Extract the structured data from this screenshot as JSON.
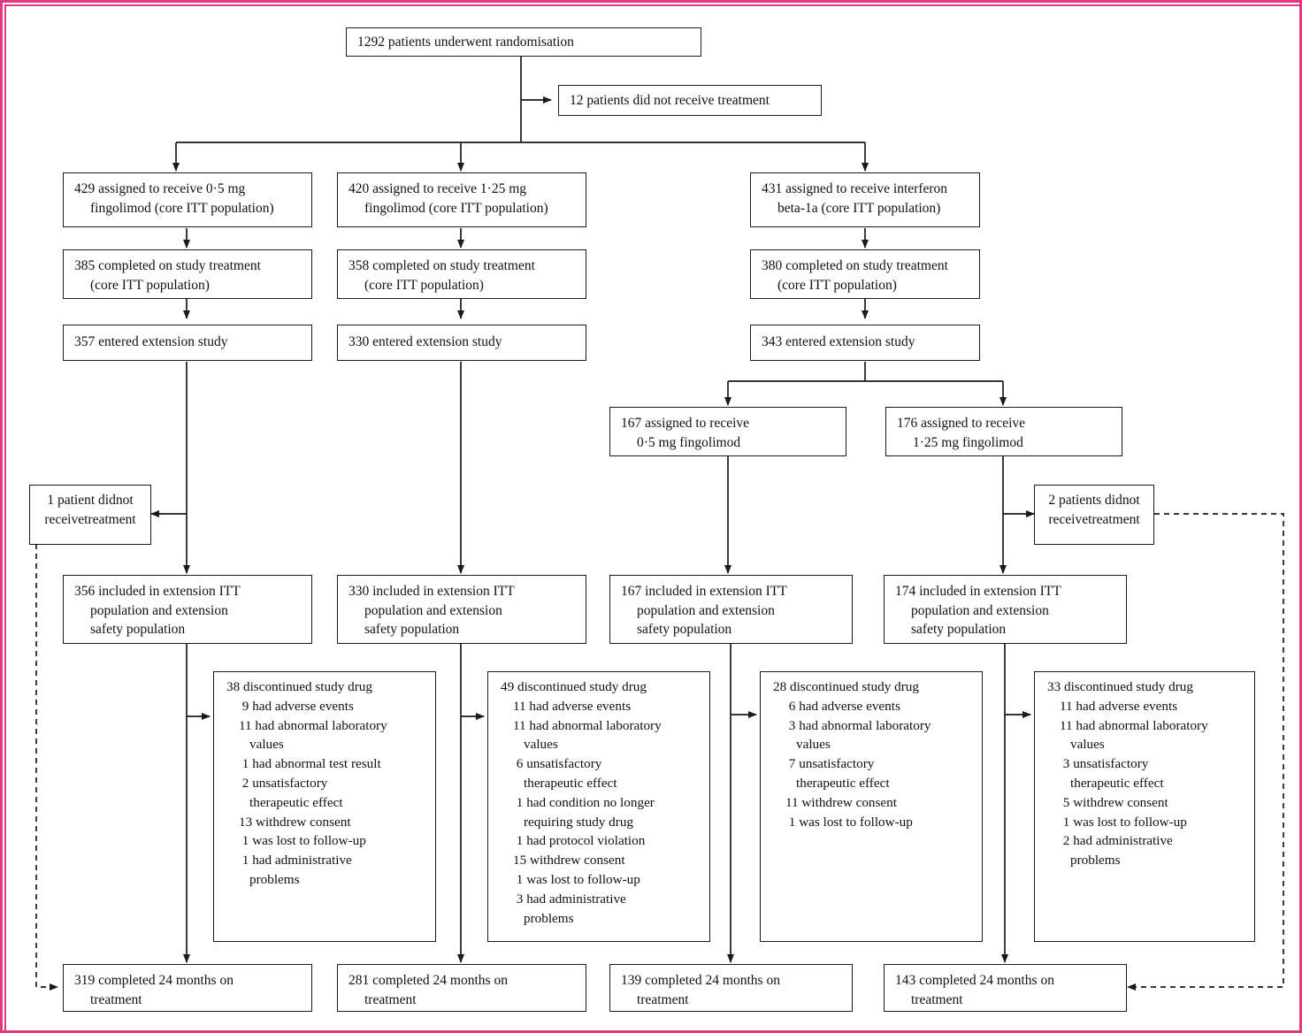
{
  "diagram": {
    "title": "Trial profile flowchart",
    "accent_border_color": "#e5377f",
    "box_border_color": "#1a1a1a",
    "connector_color": "#1a1a1a"
  },
  "nodes": {
    "randomisation": {
      "line1": "1292 patients underwent randomisation"
    },
    "no_treatment_core": {
      "line1": "12 patients did not receive treatment"
    },
    "assign_a": {
      "line1": "429 assigned to receive 0·5 mg",
      "line2": "fingolimod (core ITT population)"
    },
    "assign_b": {
      "line1": "420 assigned to receive 1·25 mg",
      "line2": "fingolimod (core ITT population)"
    },
    "assign_c": {
      "line1": "431 assigned to receive interferon",
      "line2": "beta-1a (core ITT population)"
    },
    "completed_a": {
      "line1": "385 completed on study treatment",
      "line2": "(core ITT population)"
    },
    "completed_b": {
      "line1": "358 completed on study treatment",
      "line2": "(core ITT population)"
    },
    "completed_c": {
      "line1": "380 completed on study treatment",
      "line2": "(core ITT population)"
    },
    "entered_a": {
      "line1": "357 entered extension study"
    },
    "entered_b": {
      "line1": "330 entered extension study"
    },
    "entered_c": {
      "line1": "343 entered extension study"
    },
    "reassign_c1": {
      "line1": "167 assigned to receive",
      "line2": "0·5 mg fingolimod"
    },
    "reassign_c2": {
      "line1": "176 assigned to receive",
      "line2": "1·25 mg fingolimod"
    },
    "dropout_left": {
      "line1": "1 patient did",
      "line2": "not receive",
      "line3": "treatment"
    },
    "dropout_right": {
      "line1": "2 patients did",
      "line2": "not receive",
      "line3": "treatment"
    },
    "itt_1": {
      "line1": "356 included in extension ITT",
      "line2": "population and extension",
      "line3": "safety population"
    },
    "itt_2": {
      "line1": "330 included in extension ITT",
      "line2": "population and extension",
      "line3": "safety population"
    },
    "itt_3": {
      "line1": "167 included in extension ITT",
      "line2": "population and extension",
      "line3": "safety population"
    },
    "itt_4": {
      "line1": "174 included in extension ITT",
      "line2": "population and extension",
      "line3": "safety population"
    },
    "disc_1": {
      "header": "38 discontinued study drug",
      "items": [
        {
          "text": " 9 had adverse events",
          "indent": 1
        },
        {
          "text": "11 had abnormal laboratory",
          "indent": 1
        },
        {
          "text": "values",
          "indent": 2
        },
        {
          "text": " 1 had abnormal test result",
          "indent": 1
        },
        {
          "text": " 2 unsatisfactory",
          "indent": 1
        },
        {
          "text": "therapeutic effect",
          "indent": 2
        },
        {
          "text": "13 withdrew consent",
          "indent": 1
        },
        {
          "text": " 1 was lost to follow-up",
          "indent": 1
        },
        {
          "text": " 1 had administrative",
          "indent": 1
        },
        {
          "text": "problems",
          "indent": 2
        }
      ]
    },
    "disc_2": {
      "header": "49 discontinued study drug",
      "items": [
        {
          "text": "11 had adverse events",
          "indent": 1
        },
        {
          "text": "11 had abnormal laboratory",
          "indent": 1
        },
        {
          "text": "values",
          "indent": 2
        },
        {
          "text": " 6 unsatisfactory",
          "indent": 1
        },
        {
          "text": "therapeutic effect",
          "indent": 2
        },
        {
          "text": " 1 had condition no longer",
          "indent": 1
        },
        {
          "text": "requiring study drug",
          "indent": 2
        },
        {
          "text": " 1 had protocol violation",
          "indent": 1
        },
        {
          "text": "15 withdrew consent",
          "indent": 1
        },
        {
          "text": " 1 was lost to follow-up",
          "indent": 1
        },
        {
          "text": " 3 had administrative",
          "indent": 1
        },
        {
          "text": "problems",
          "indent": 2
        }
      ]
    },
    "disc_3": {
      "header": "28 discontinued study drug",
      "items": [
        {
          "text": " 6 had adverse events",
          "indent": 1
        },
        {
          "text": " 3 had abnormal laboratory",
          "indent": 1
        },
        {
          "text": "values",
          "indent": 2
        },
        {
          "text": " 7 unsatisfactory",
          "indent": 1
        },
        {
          "text": "therapeutic effect",
          "indent": 2
        },
        {
          "text": "11 withdrew consent",
          "indent": 1
        },
        {
          "text": " 1 was lost to follow-up",
          "indent": 1
        }
      ]
    },
    "disc_4": {
      "header": "33 discontinued study drug",
      "items": [
        {
          "text": "11 had adverse events",
          "indent": 1
        },
        {
          "text": "11 had abnormal laboratory",
          "indent": 1
        },
        {
          "text": "values",
          "indent": 2
        },
        {
          "text": " 3 unsatisfactory",
          "indent": 1
        },
        {
          "text": "therapeutic effect",
          "indent": 2
        },
        {
          "text": " 5 withdrew consent",
          "indent": 1
        },
        {
          "text": " 1 was lost to follow-up",
          "indent": 1
        },
        {
          "text": " 2 had administrative",
          "indent": 1
        },
        {
          "text": "problems",
          "indent": 2
        }
      ]
    },
    "final_1": {
      "line1": "319 completed 24 months on",
      "line2": "treatment"
    },
    "final_2": {
      "line1": "281 completed 24 months on",
      "line2": "treatment"
    },
    "final_3": {
      "line1": "139 completed 24 months on",
      "line2": "treatment"
    },
    "final_4": {
      "line1": "143 completed 24 months on",
      "line2": "treatment"
    }
  }
}
